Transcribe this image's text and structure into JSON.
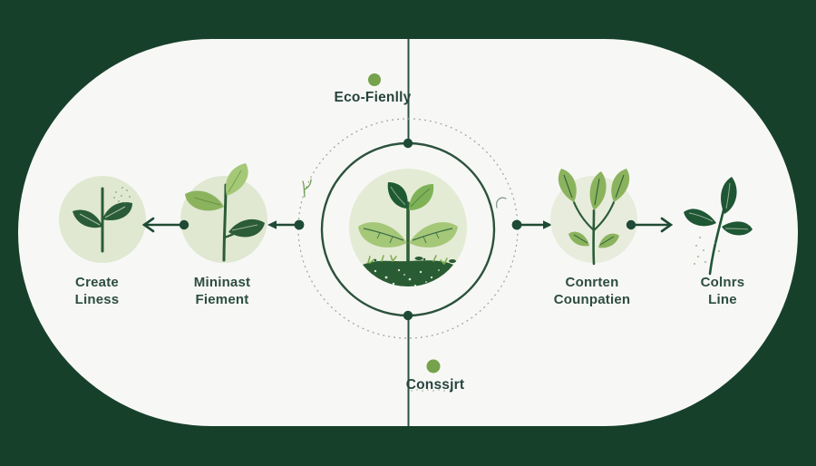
{
  "diagram": {
    "top_label": "Eco-Fienlly",
    "bottom_label": "Conssjrt",
    "labels": [
      {
        "id": "create-liness",
        "line1": "Create",
        "line2": "Liness"
      },
      {
        "id": "mininast-fiement",
        "line1": "Mininast",
        "line2": "Fiement"
      },
      {
        "id": "conrten-counpatien",
        "line1": "Conrten",
        "line2": "Counpatien"
      },
      {
        "id": "colnrs-line",
        "line1": "Colnrs",
        "line2": "Line"
      }
    ],
    "icons": [
      "sprout-icon",
      "three-leaf-plant-icon",
      "seedling-in-soil-icon",
      "leafy-branch-icon",
      "leaf-sprig-icon"
    ],
    "colors": {
      "background": "#17402a",
      "panel": "#f7f8f6",
      "dark_green": "#1f4a35",
      "ring_green": "#2c523c",
      "pale_circle": "#e2e9d3",
      "leaf_light": "#a4c778",
      "leaf_medium": "#85b15a",
      "leaf_dark": "#235c36",
      "soil": "#2a5c34",
      "accent_dot": "#76a24c",
      "text": "#2e4d41"
    }
  }
}
